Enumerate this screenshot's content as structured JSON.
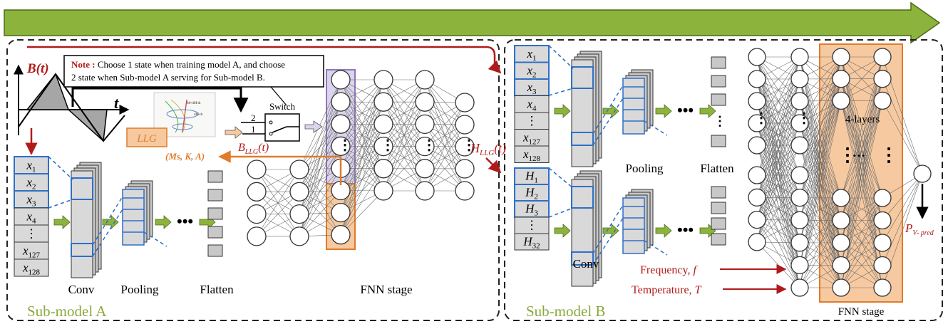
{
  "note": {
    "prefix": "Note :",
    "line1": " Choose 1 state when training model A, and choose",
    "line2": "2 state when Sub-model A serving for Sub-model B."
  },
  "signal_label": "B(t)",
  "time_label": "t",
  "llg_label": "LLG",
  "switch": {
    "label": "Switch",
    "state2": "2",
    "state1": "1"
  },
  "b_llg_label": "B_LLG(t)",
  "params_label": "(Ms, K, A)",
  "h_llg_label": "H_LLG(t)",
  "sub_model_a": {
    "title": "Sub-model A",
    "inputs": [
      "x1",
      "x2",
      "x3",
      "x4",
      "⋮",
      "x127",
      "x128"
    ],
    "stage_labels": {
      "conv": "Conv",
      "pooling": "Pooling",
      "flatten": "Flatten",
      "fnn": "FNN stage"
    }
  },
  "sub_model_b": {
    "title": "Sub-model B",
    "inputs_x": [
      "x1",
      "x2",
      "x3",
      "x4",
      "⋮",
      "x127",
      "x128"
    ],
    "inputs_h": [
      "H1",
      "H2",
      "H3",
      "⋮",
      "H32"
    ],
    "stage_labels": {
      "conv": "Conv",
      "pooling": "Pooling",
      "flatten": "Flatten",
      "fnn": "FNN stage"
    },
    "layers_label": "4-layers",
    "frequency_label": "Frequency, f",
    "temperature_label": "Temperature, T",
    "output_label": "P_V-pred"
  },
  "colors": {
    "green_arrow": "#8cb43c",
    "red": "#b11a1a",
    "orange": "#e07b2a",
    "orange_fill": "#f6c9a0",
    "purple": "#8c7ab8",
    "purple_fill": "#dcd4ec",
    "blue": "#2f6fc7",
    "sub_title": "#8aa83a"
  }
}
